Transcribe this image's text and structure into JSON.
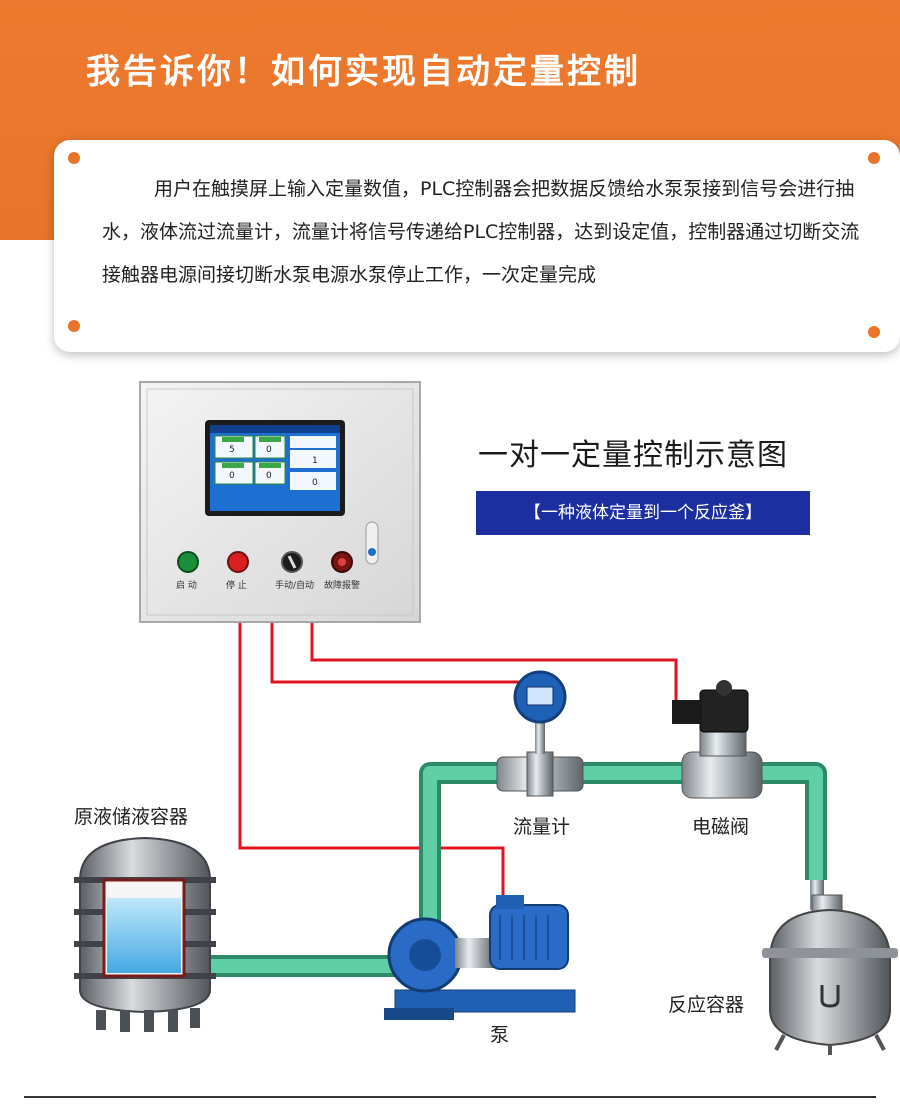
{
  "header": {
    "title": "我告诉你！如何实现自动定量控制"
  },
  "intro": {
    "text": "用户在触摸屏上输入定量数值，PLC控制器会把数据反馈给水泵泵接到信号会进行抽水，液体流过流量计，流量计将信号传递给PLC控制器，达到设定值，控制器通过切断交流接触器电源间接切断水泵电源水泵停止工作，一次定量完成"
  },
  "diagram": {
    "title": "一对一定量控制示意图",
    "subtitle": "【一种液体定量到一个反应釜】",
    "labels": {
      "storage_tank": "原液储液容器",
      "flowmeter": "流量计",
      "solenoid_valve": "电磁阀",
      "pump": "泵",
      "reactor": "反应容器"
    },
    "control_box": {
      "buttons": {
        "start": "启 动",
        "stop": "停 止",
        "mode": "手动/自动",
        "alarm": "故障报警"
      },
      "screen": {
        "cells": [
          {
            "value": "5"
          },
          {
            "value": "0"
          },
          {
            "value": "0"
          },
          {
            "value": "0"
          },
          {
            "value": "1"
          },
          {
            "value": "0"
          }
        ]
      }
    },
    "colors": {
      "pipe": "#4fc39a",
      "wire": "#e0141e",
      "accent": "#e8742a",
      "badge": "#1c2ea0"
    }
  }
}
